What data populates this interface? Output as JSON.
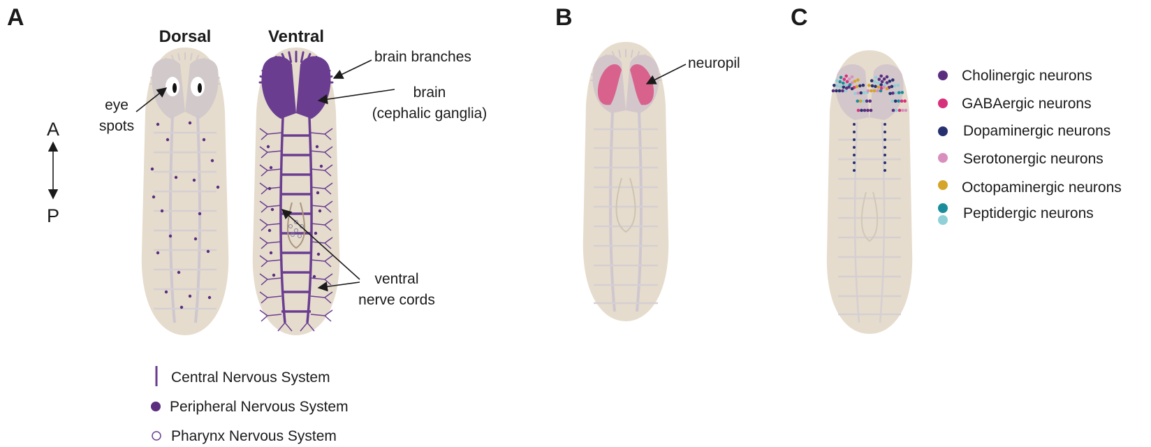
{
  "colors": {
    "body": "#e5dccd",
    "cns_purple": "#6a3d91",
    "neuropil_pink": "#d9628d",
    "cholinergic": "#5b2d7e",
    "gabaergic": "#d8317b",
    "dopaminergic": "#26306f",
    "serotonergic": "#d98fbd",
    "octopaminergic": "#d4a52a",
    "peptidergic_dark": "#1b8c9b",
    "peptidergic_light": "#8fd1d6"
  },
  "panel_a": {
    "letter": "A",
    "dorsal_title": "Dorsal",
    "ventral_title": "Ventral",
    "axis_anterior": "A",
    "axis_posterior": "P",
    "labels": {
      "eye_line1": "eye",
      "eye_line2": "spots",
      "brain_branches": "brain branches",
      "brain_line1": "brain",
      "brain_line2": "(cephalic ganglia)",
      "ventral_line1": "ventral",
      "ventral_line2": "nerve cords"
    },
    "legend": [
      {
        "symbol": "line-icon",
        "label": "Central Nervous System"
      },
      {
        "symbol": "filled-dot-icon",
        "label": "Peripheral Nervous System"
      },
      {
        "symbol": "open-circle-icon",
        "label": "Pharynx Nervous System"
      }
    ]
  },
  "panel_b": {
    "letter": "B",
    "neuropil_label": "neuropil"
  },
  "panel_c": {
    "letter": "C",
    "legend": [
      {
        "label": "Cholinergic neurons",
        "color": "#5b2d7e"
      },
      {
        "label": "GABAergic neurons",
        "color": "#d8317b"
      },
      {
        "label": "Dopaminergic neurons",
        "color": "#26306f"
      },
      {
        "label": "Serotonergic neurons",
        "color": "#d98fbd"
      },
      {
        "label": "Octopaminergic neurons",
        "color": "#d4a52a"
      },
      {
        "label": "Peptidergic neurons",
        "color": "#1b8c9b",
        "color2": "#8fd1d6"
      }
    ]
  }
}
